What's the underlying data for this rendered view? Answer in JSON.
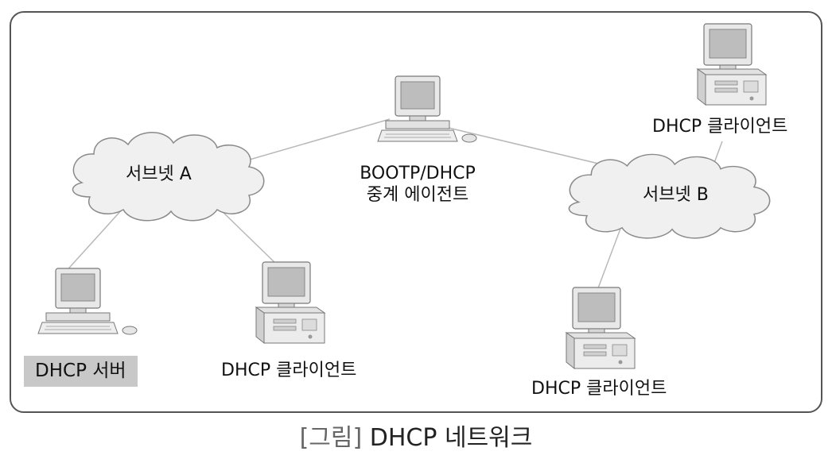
{
  "diagram": {
    "subnet_a": "서브넷 A",
    "subnet_b": "서브넷 B",
    "relay_line1": "BOOTP/DHCP",
    "relay_line2": "중계 에이전트",
    "server": "DHCP 서버",
    "client_a": "DHCP 클라이언트",
    "client_b_bottom": "DHCP 클라이언트",
    "client_b_top": "DHCP 클라이언트"
  },
  "caption": {
    "open": "[그림]",
    "text": "DHCP 네트워크"
  },
  "colors": {
    "line": "#b8b8b8",
    "cloud_fill": "#f0f0f0",
    "cloud_stroke": "#8a8a8a",
    "server_label_bg": "#c8c8c8"
  }
}
